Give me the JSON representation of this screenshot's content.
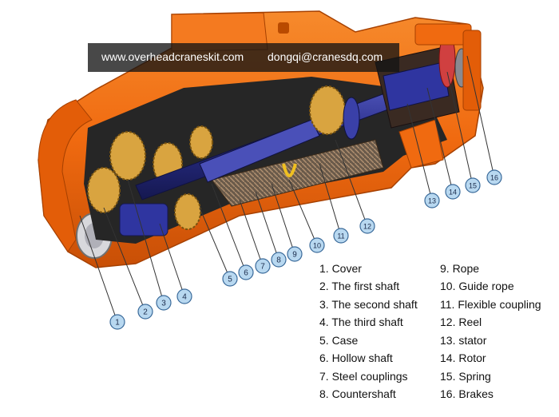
{
  "banner": {
    "website": "www.overheadcraneskit.com",
    "email": "dongqi@cranesdq.com"
  },
  "colors": {
    "housing": "#f06a10",
    "housing_dark": "#c84f06",
    "interior": "#2a2a2a",
    "shaft": "#2a2e8a",
    "gear": "#d9a440",
    "callout_fill": "#b8d8f0",
    "callout_stroke": "#3a6a9a"
  },
  "callouts": [
    "1",
    "2",
    "3",
    "4",
    "5",
    "6",
    "7",
    "8",
    "9",
    "10",
    "11",
    "12",
    "13",
    "14",
    "15",
    "16"
  ],
  "legend": [
    "1. Cover",
    "2. The first shaft",
    "3. The second shaft",
    "4. The third shaft",
    "5. Case",
    "6. Hollow shaft",
    "7. Steel couplings",
    "8. Countershaft",
    "9. Rope",
    "10. Guide rope",
    "11. Flexible coupling",
    "12. Reel",
    "13. stator",
    "14. Rotor",
    "15. Spring",
    "16. Brakes"
  ]
}
